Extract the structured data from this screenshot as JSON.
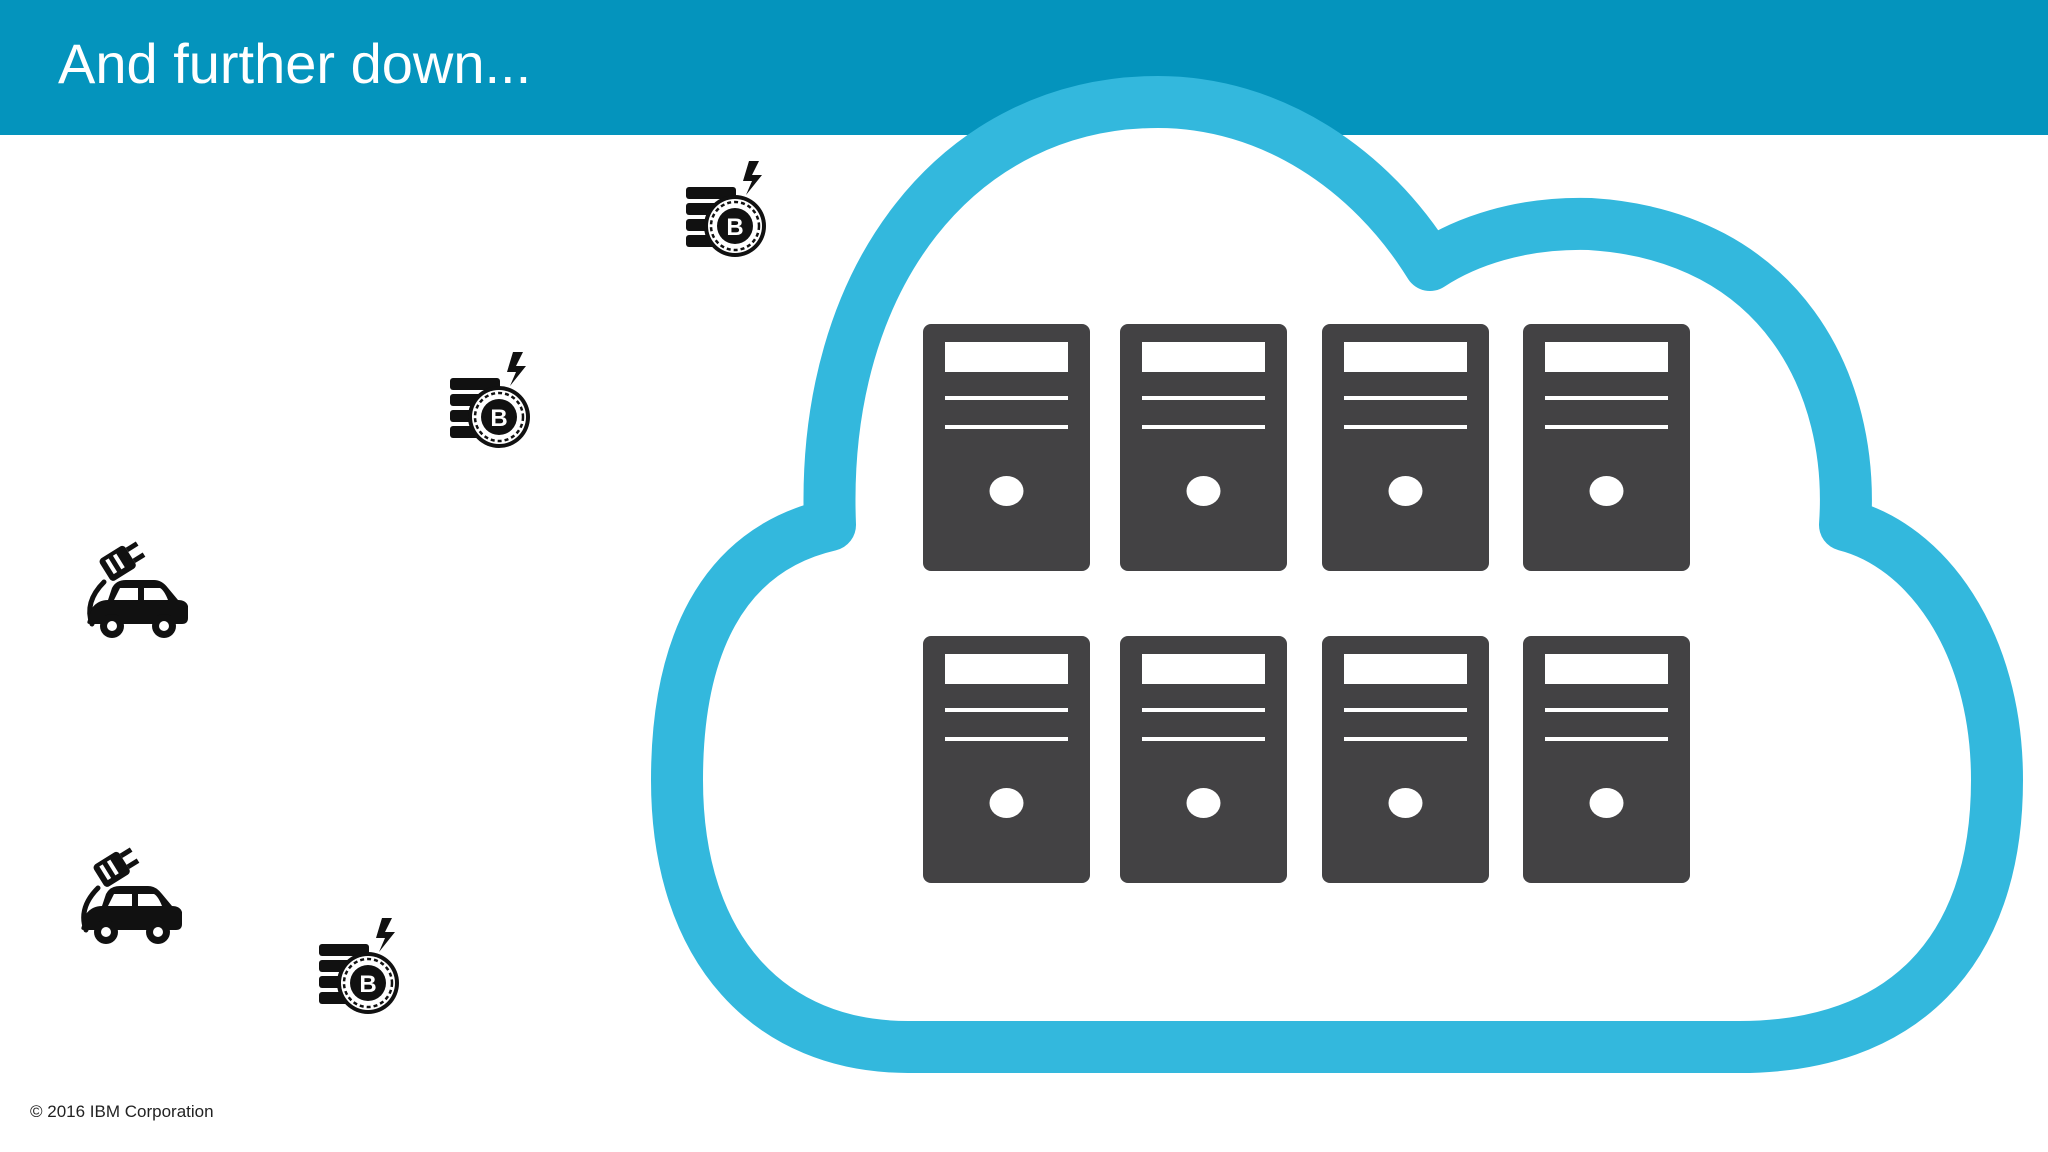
{
  "slide": {
    "title": "And further down...",
    "footer": "© 2016 IBM Corporation"
  },
  "colors": {
    "header_bar": "#0494bd",
    "cloud_outline": "#33b8dd",
    "server_body": "#434244",
    "icon": "#111111",
    "background": "#ffffff"
  },
  "icons": {
    "server": "server-tower-icon",
    "bitcoin_miner": "bitcoin-coin-stack-icon",
    "electric_car": "electric-car-icon"
  },
  "content": {
    "server_rows": 2,
    "servers_per_row": 4,
    "coin_label": "B"
  }
}
